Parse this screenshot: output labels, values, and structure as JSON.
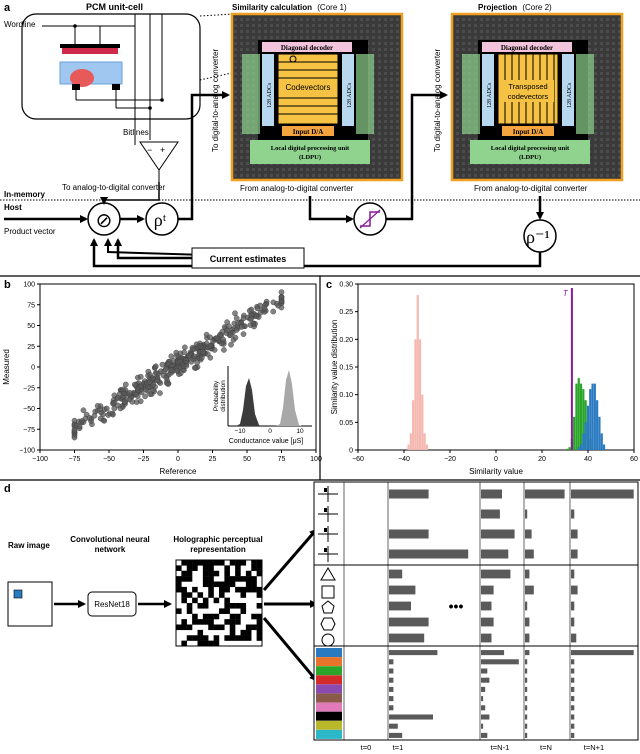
{
  "panel_a": {
    "label": "a",
    "pcm": {
      "title": "PCM unit-cell",
      "wordline": "Wordline",
      "bitlines": "Bitlines"
    },
    "core1": {
      "title": "Similarity calculation",
      "subtitle": "(Core 1)",
      "decoder": "Diagonal decoder",
      "adc_left": "128 ADCs",
      "adc_right": "128 ADCs",
      "content": "Codevectors",
      "input": "Input D/A",
      "ldpu1": "Local digital processing unit",
      "ldpu2": "(LDPU)"
    },
    "core2": {
      "title": "Projection",
      "subtitle": "(Core 2)",
      "decoder": "Diagonal decoder",
      "adc_left": "128 ADCs",
      "adc_right": "128 ADCs",
      "content1": "Transposed",
      "content2": "codevectors",
      "input": "Input D/A",
      "ldpu1": "Local digital processing unit",
      "ldpu2": "(LDPU)"
    },
    "to_dac": "To digital-to-analog converter",
    "to_adc": "To analog-to-digital converter",
    "from_adc": "From analog-to-digital converter",
    "in_memory": "In-memory",
    "host": "Host",
    "product_vector": "Product vector",
    "current_estimates": "Current estimates",
    "op_unbind": "⊘",
    "op_rho_t": "ρᵗ",
    "op_rho_inv": "ρ⁻¹",
    "op_minus": "−",
    "op_plus": "+"
  },
  "panel_b": {
    "label": "b",
    "xlabel": "Reference",
    "ylabel": "Measured",
    "inset_xlabel": "Conductance value [μS]",
    "inset_ylabel1": "Probability",
    "inset_ylabel2": "distribution",
    "inset_xticks": [
      "−10",
      "0",
      "10"
    ]
  },
  "panel_c": {
    "label": "c",
    "xlabel": "Similarity value",
    "ylabel": "Similarity value distribution",
    "threshold_label": "T"
  },
  "panel_d": {
    "label": "d",
    "raw_image": "Raw image",
    "cnn1": "Convolutional neural",
    "cnn2": "network",
    "resnet": "ResNet18",
    "hpr1": "Holographic perceptual",
    "hpr2": "representation",
    "dots": "•••",
    "time_labels": [
      "t=0",
      "t=1",
      "t=N-1",
      "t=N",
      "t=N+1"
    ]
  },
  "colors": {
    "orange_frame": "#f0a020",
    "green_adc": "#8fd38f",
    "blue_adc": "#b8d8f0",
    "pink_decoder": "#f2c4dc",
    "yellow_core": "#f5c244",
    "pink_hist": "#f4b8b0",
    "green_hist": "#2aa52a",
    "blue_hist": "#2a7ac0",
    "purple": "#8a1a9a",
    "bar_gray": "#5a5a5a"
  },
  "chart_data": [
    {
      "type": "scatter",
      "panel": "b",
      "xlabel": "Reference",
      "ylabel": "Measured",
      "xlim": [
        -100,
        100
      ],
      "ylim": [
        -100,
        100
      ],
      "xticks": [
        -100,
        -75,
        -50,
        -25,
        0,
        25,
        50,
        75,
        100
      ],
      "yticks": [
        -100,
        -75,
        -50,
        -25,
        0,
        25,
        50,
        75,
        100
      ],
      "trend": {
        "x": [
          -75,
          75
        ],
        "y": [
          -75,
          80
        ]
      }
    },
    {
      "type": "bar",
      "panel": "c",
      "xlabel": "Similarity value",
      "ylabel": "Similarity value distribution",
      "xlim": [
        -60,
        60
      ],
      "ylim": [
        0,
        0.3
      ],
      "xticks": [
        -60,
        -40,
        -20,
        0,
        20,
        40,
        60
      ],
      "yticks": [
        0,
        0.05,
        0.1,
        0.15,
        0.2,
        0.25,
        0.3
      ],
      "threshold": 33,
      "series": [
        {
          "color": "#f4b8b0",
          "x": [
            -38,
            -37,
            -36,
            -35,
            -34,
            -33,
            -32,
            -31,
            -30
          ],
          "values": [
            0.01,
            0.03,
            0.09,
            0.2,
            0.28,
            0.2,
            0.1,
            0.03,
            0.01
          ]
        },
        {
          "color": "#2aa52a",
          "x": [
            31,
            32,
            33,
            34,
            35,
            36,
            37,
            38,
            39,
            40,
            41
          ],
          "values": [
            0.002,
            0.005,
            0.02,
            0.06,
            0.12,
            0.13,
            0.12,
            0.11,
            0.09,
            0.05,
            0.02
          ]
        },
        {
          "color": "#2a7ac0",
          "x": [
            36,
            37,
            38,
            39,
            40,
            41,
            42,
            43,
            44,
            45,
            46,
            47
          ],
          "values": [
            0.005,
            0.01,
            0.03,
            0.05,
            0.08,
            0.11,
            0.12,
            0.12,
            0.09,
            0.06,
            0.03,
            0.01
          ]
        }
      ]
    },
    {
      "type": "bar",
      "panel": "d",
      "columns": [
        "t=0",
        "t=1",
        "t=N-1",
        "t=N",
        "t=N+1"
      ],
      "groups": [
        {
          "rows": 4,
          "values": [
            [
              0,
              0,
              0,
              0
            ],
            [
              0.45,
              0,
              0.45,
              0.9
            ],
            [
              0.5,
              0.45,
              0.8,
              0.65
            ],
            [
              0.9,
              0.05,
              0.15,
              0.2
            ],
            [
              0.95,
              0.05,
              0.1,
              0.1
            ]
          ]
        },
        {
          "rows": 5,
          "values": [
            [
              0,
              0,
              0,
              0,
              0
            ],
            [
              0.15,
              0.3,
              0.25,
              0.45,
              0.4
            ],
            [
              0.7,
              0.3,
              0.25,
              0.3,
              0.25
            ],
            [
              0.1,
              0.2,
              0.05,
              0.1,
              0.1
            ],
            [
              0.05,
              0.1,
              0.05,
              0.05,
              0.08
            ]
          ]
        },
        {
          "rows": 10,
          "values": [
            [
              0,
              0,
              0,
              0,
              0,
              0,
              0,
              0,
              0,
              0
            ],
            [
              0.55,
              0.05,
              0.05,
              0.05,
              0.05,
              0.05,
              0.05,
              0.5,
              0.1,
              0.15
            ],
            [
              0.55,
              0.9,
              0.15,
              0.2,
              0.1,
              0.05,
              0.1,
              0.2,
              0.05,
              0.15
            ],
            [
              0.1,
              0.05,
              0.05,
              0.05,
              0.05,
              0.05,
              0.05,
              0.05,
              0.05,
              0.05
            ],
            [
              0.95,
              0.05,
              0.05,
              0.05,
              0.05,
              0.05,
              0.05,
              0.05,
              0.05,
              0.05
            ]
          ]
        }
      ]
    }
  ]
}
